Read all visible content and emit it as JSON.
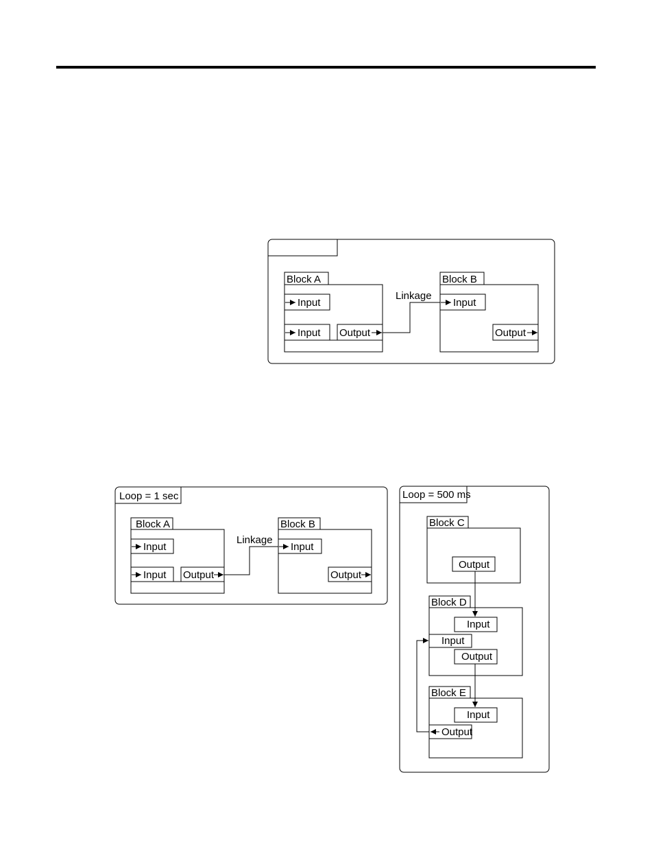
{
  "diagram1": {
    "loop_label": "",
    "block_a": {
      "title": "Block A",
      "input1": "Input",
      "input2": "Input",
      "output": "Output"
    },
    "block_b": {
      "title": "Block B",
      "input": "Input",
      "output": "Output"
    },
    "linkage": "Linkage"
  },
  "diagram2": {
    "loop_label": "Loop = 1 sec",
    "block_a": {
      "title": "Block A",
      "input1": "Input",
      "input2": "Input",
      "output": "Output"
    },
    "block_b": {
      "title": "Block B",
      "input": "Input",
      "output": "Output"
    },
    "linkage": "Linkage"
  },
  "diagram3": {
    "loop_label": "Loop = 500 ms",
    "block_c": {
      "title": "Block C",
      "output": "Output"
    },
    "block_d": {
      "title": "Block D",
      "input1": "Input",
      "input2": "Input",
      "output": "Output"
    },
    "block_e": {
      "title": "Block E",
      "input": "Input",
      "output": "Output"
    }
  }
}
